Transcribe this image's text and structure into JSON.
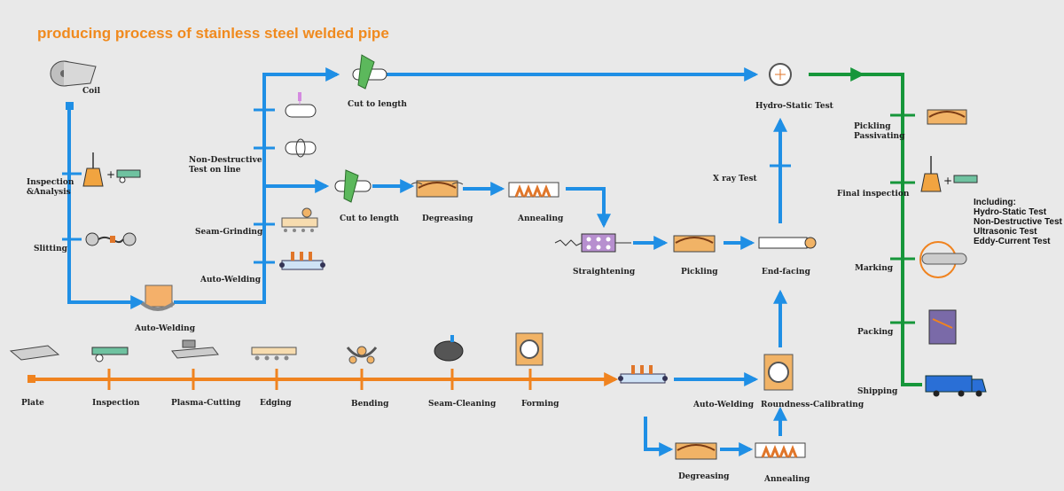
{
  "title": "producing process of stainless steel welded pipe",
  "colors": {
    "blue": "#1f8fe5",
    "orange": "#f0831f",
    "green": "#16963a",
    "machine_orange": "#e0762a",
    "background": "#e9e9e9"
  },
  "coil_line": {
    "coil": "Coil",
    "inspection": "Inspection\n&Analysis",
    "slitting": "Slitting",
    "auto_welding": "Auto-Welding"
  },
  "weld_branch": {
    "non_destructive": "Non-Destructive\nTest on line",
    "seam_grinding": "Seam-Grinding",
    "auto_welding": "Auto-Welding",
    "cut_to_length_top": "Cut to length",
    "cut_to_length_mid": "Cut to length",
    "degreasing": "Degreasing",
    "annealing": "Annealing"
  },
  "finishing": {
    "straightening": "Straightening",
    "pickling": "Pickling",
    "end_facing": "End-facing",
    "x_ray": "X ray Test",
    "hydro_static": "Hydro-Static Test"
  },
  "plate_line": {
    "plate": "Plate",
    "inspection": "Inspection",
    "plasma_cutting": "Plasma-Cutting",
    "edging": "Edging",
    "bending": "Bending",
    "seam_cleaning": "Seam-Cleaning",
    "forming": "Forming",
    "auto_welding": "Auto-Welding",
    "roundness": "Roundness-Calibrating",
    "degreasing": "Degreasing",
    "annealing": "Annealing"
  },
  "final_line": {
    "pickling_passivating": "Pickling\nPassivating",
    "final_inspection": "Final inspection",
    "marking": "Marking",
    "packing": "Packing",
    "shipping": "Shipping"
  },
  "final_note": {
    "l1": "Including:",
    "l2": "Hydro-Static Test",
    "l3": "Non-Destructive Test",
    "l4": "Ultrasonic Test",
    "l5": "Eddy-Current Test"
  }
}
